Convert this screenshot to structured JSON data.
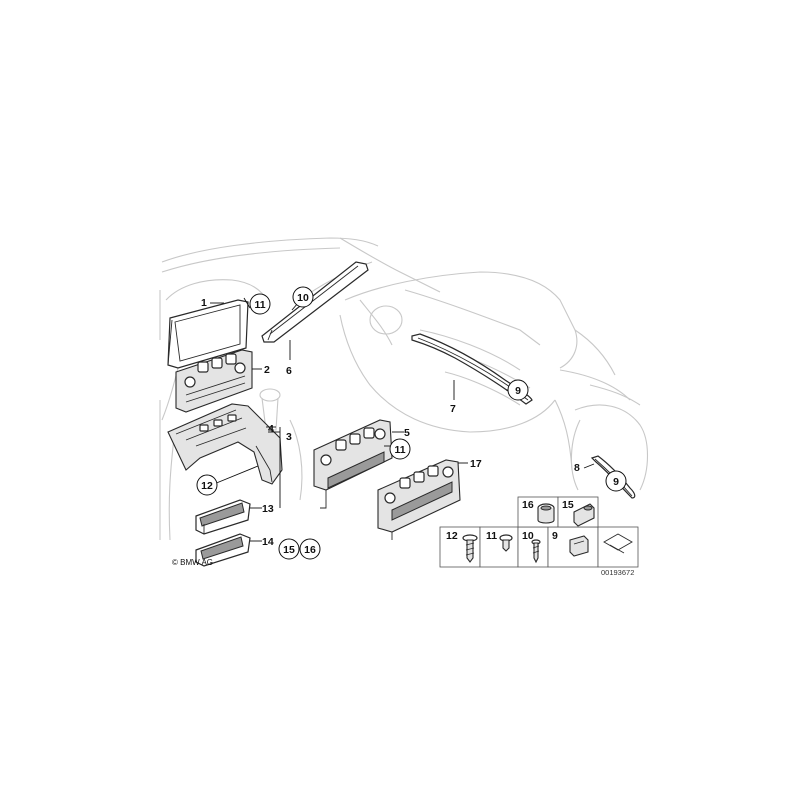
{
  "labels": {
    "l1": "1",
    "l2": "2",
    "l3": "3",
    "l4": "4",
    "l5": "5",
    "l6": "6",
    "l7": "7",
    "l8": "8",
    "l13": "13",
    "l14": "14",
    "l17": "17",
    "c9a": "9",
    "c9b": "9",
    "c10": "10",
    "c11a": "11",
    "c11b": "11",
    "c12": "12",
    "c15": "15",
    "c16": "16",
    "k12": "12",
    "k11": "11",
    "k10": "10",
    "k9": "9",
    "k16": "16",
    "k15": "15"
  },
  "copyright": "© BMW AG",
  "drawing_number": "00193672"
}
